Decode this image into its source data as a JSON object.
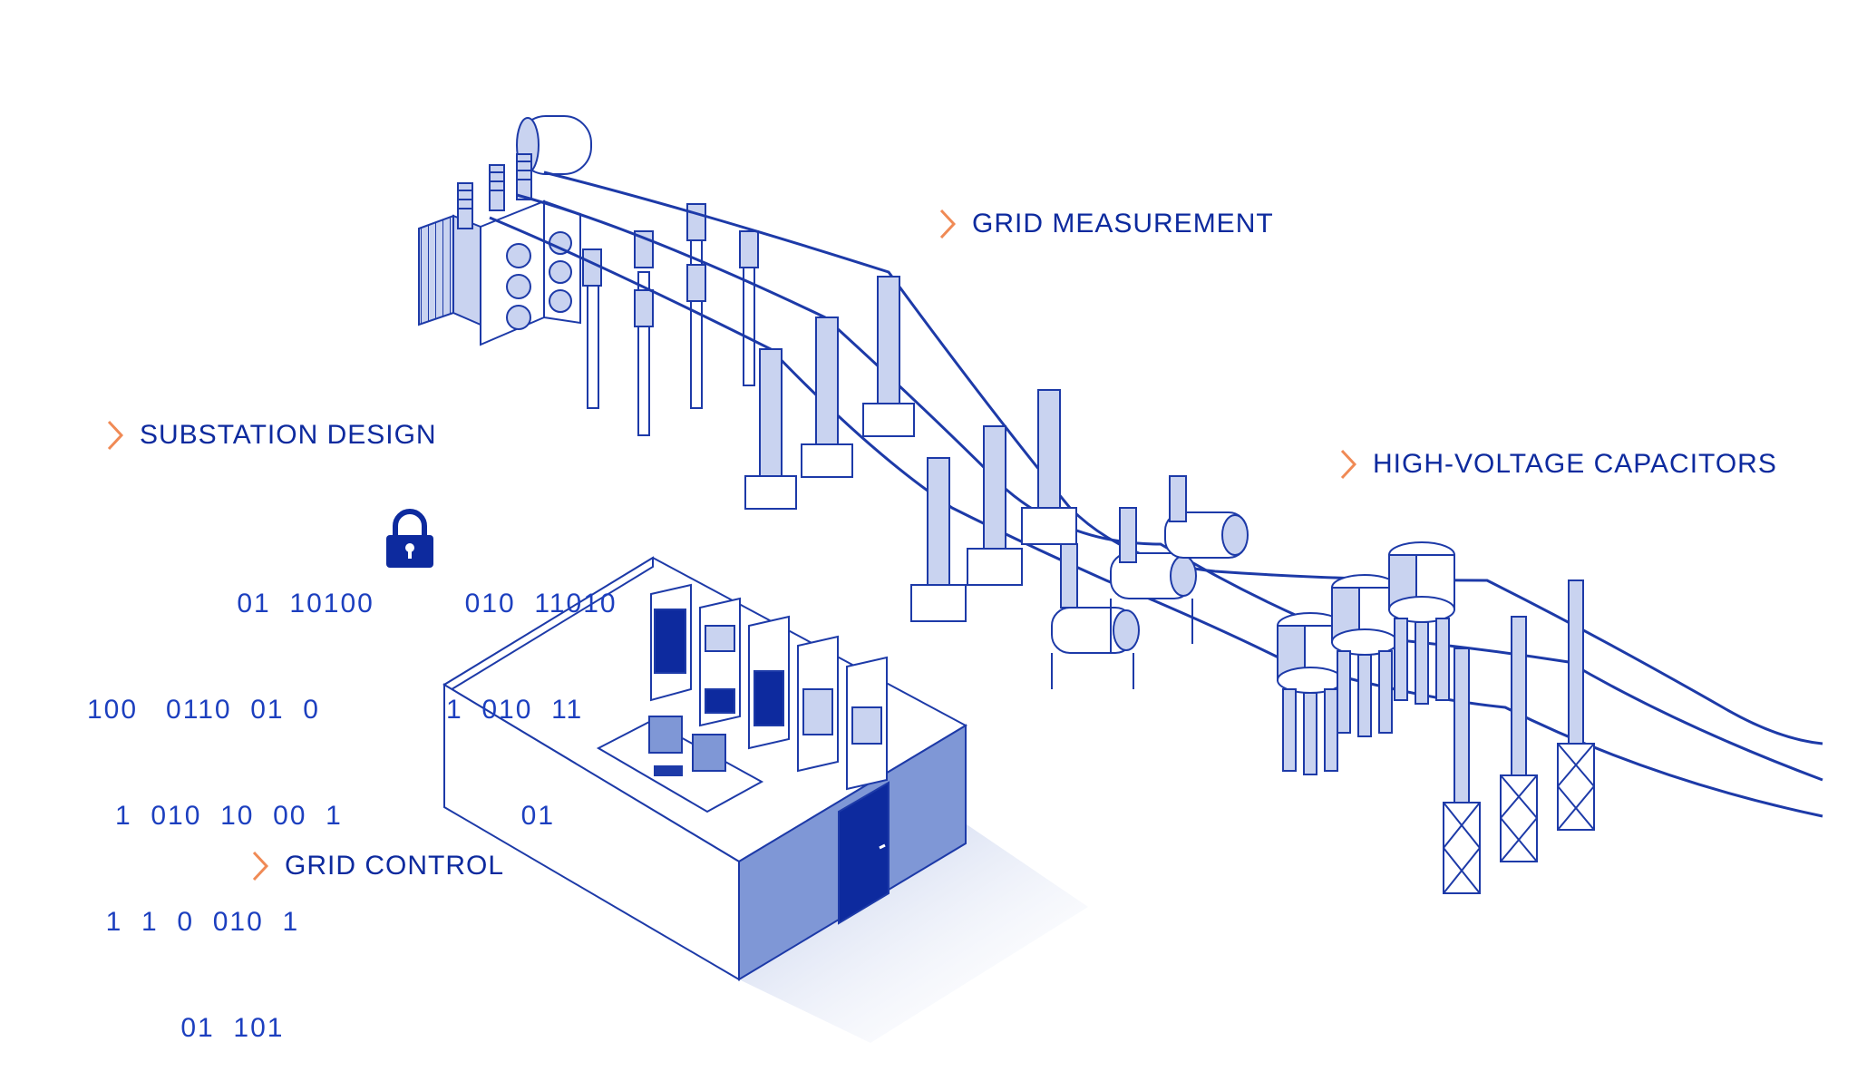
{
  "colors": {
    "line": "#1d3aa8",
    "fill_light": "#c9d3f0",
    "fill_mid": "#7f97d6",
    "fill_dark": "#0d2a9e",
    "accent": "#f08a55",
    "label": "#0d2a9e"
  },
  "labels": {
    "grid_measurement": "GRID MEASUREMENT",
    "substation_design": "SUBSTATION DESIGN",
    "high_voltage_capacitors": "HIGH-VOLTAGE CAPACITORS",
    "grid_control": "GRID CONTROL"
  },
  "icons": {
    "chevron": "chevron-right-icon",
    "lock": "lock-icon"
  },
  "binary": {
    "left_lines": [
      "                01  10100",
      "100   0110  01  0",
      "   1  010  10  00  1",
      "  1  1  0  010  1",
      "          01  101"
    ],
    "right_lines": [
      "  010  11010",
      "1  010  11",
      "        01"
    ]
  }
}
